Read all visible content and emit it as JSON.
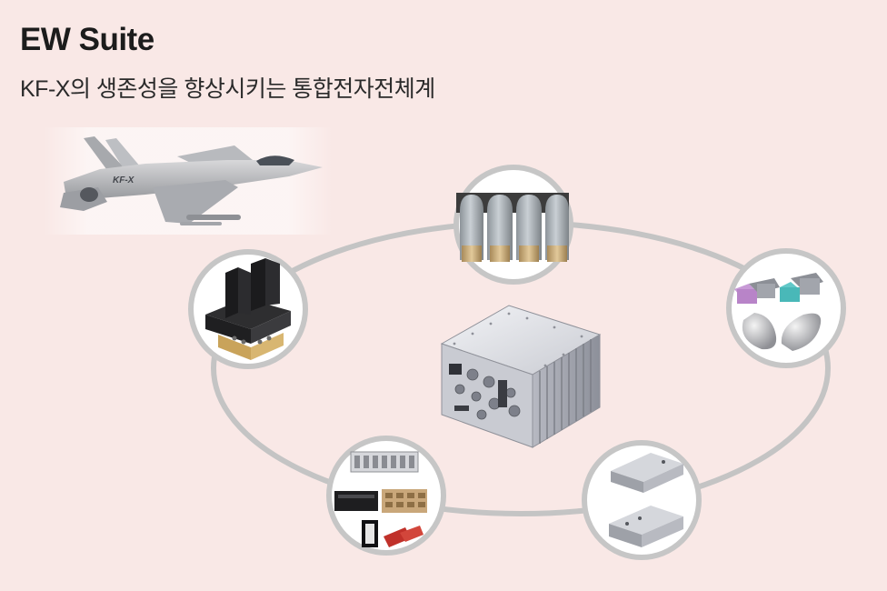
{
  "header": {
    "title": "EW Suite",
    "subtitle": "KF-X의 생존성을 향상시키는 통합전자전체계"
  },
  "jet": {
    "fuselage_label": "KF-X"
  },
  "colors": {
    "background": "#f9e8e6",
    "ring": "#c4c4c4",
    "circle_border": "#c6c6c6",
    "circle_fill": "#ffffff",
    "accent_purple": "#b884c8",
    "accent_teal": "#49b8b8",
    "accent_gold": "#c9a35a"
  },
  "icons": [
    "aircraft-image",
    "radome-antennas-image",
    "sensor-pods-image",
    "receiver-units-image",
    "circuit-modules-image",
    "blade-antenna-image",
    "central-processor-unit-image"
  ]
}
